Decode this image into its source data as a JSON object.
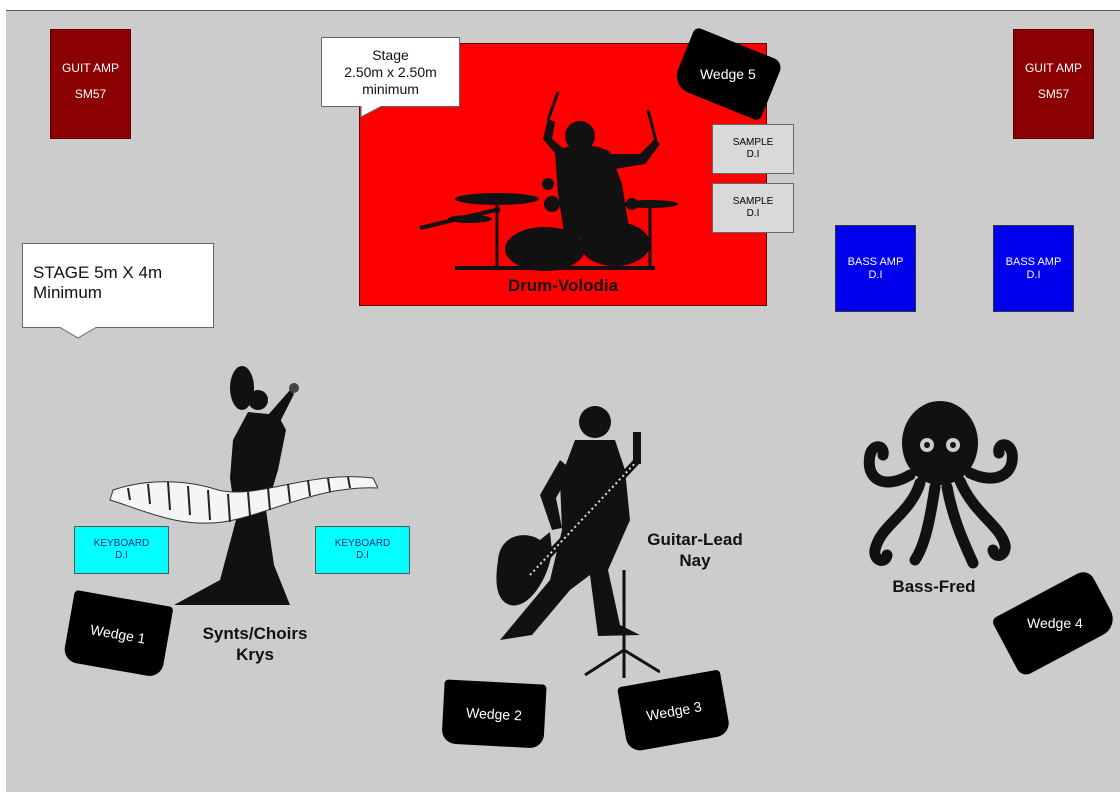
{
  "stage_note": {
    "line1": "STAGE 5m X 4m",
    "line2": "Minimum"
  },
  "drum_riser_note": {
    "line1": "Stage",
    "line2": "2.50m x 2.50m",
    "line3": "minimum"
  },
  "guit_amp_left": {
    "line1": "GUIT AMP",
    "line2": "SM57"
  },
  "guit_amp_right": {
    "line1": "GUIT AMP",
    "line2": "SM57"
  },
  "bass_amp_1": {
    "line1": "BASS AMP",
    "line2": "D.I"
  },
  "bass_amp_2": {
    "line1": "BASS AMP",
    "line2": "D.I"
  },
  "sample_di_1": {
    "line1": "SAMPLE",
    "line2": "D.I"
  },
  "sample_di_2": {
    "line1": "SAMPLE",
    "line2": "D.I"
  },
  "keyboard_di_left": {
    "line1": "KEYBOARD",
    "line2": "D.I"
  },
  "keyboard_di_right": {
    "line1": "KEYBOARD",
    "line2": "D.I"
  },
  "wedges": [
    "Wedge 1",
    "Wedge 2",
    "Wedge 3",
    "Wedge 4",
    "Wedge 5"
  ],
  "musicians": {
    "drums": "Drum-Volodia",
    "synth_line1": "Synts/Choirs",
    "synth_line2": "Krys",
    "guitar_line1": "Guitar-Lead",
    "guitar_line2": "Nay",
    "bass": "Bass-Fred"
  },
  "colors": {
    "stage_floor": "#cccccc",
    "drum_riser": "#ff0000",
    "guit_amp": "#8b0000",
    "bass_amp": "#0000ee",
    "keyboard_di": "#00ffff"
  }
}
